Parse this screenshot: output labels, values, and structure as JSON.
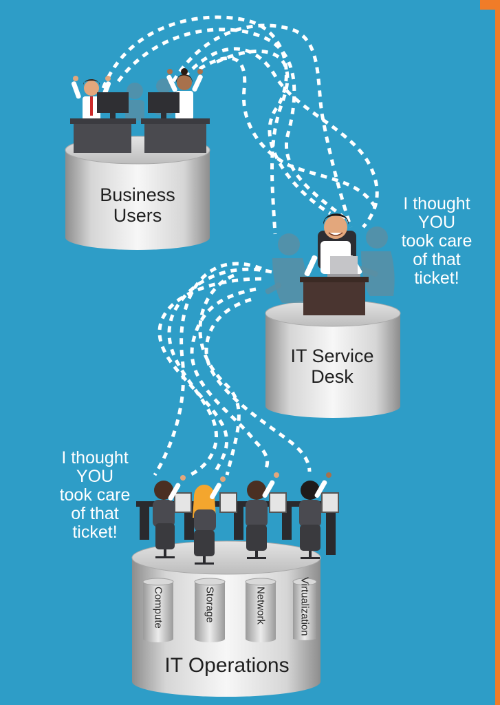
{
  "colors": {
    "background": "#2E9DC7",
    "accent": "#F07C28",
    "cylinder": "#D0D0D0"
  },
  "tiers": {
    "business": {
      "line1": "Business",
      "line2": "Users"
    },
    "service_desk": {
      "line1": "IT Service",
      "line2": "Desk"
    },
    "operations": {
      "label": "IT Operations"
    }
  },
  "silos": [
    "Compute",
    "Storage",
    "Network",
    "Virtualization"
  ],
  "quotes": {
    "service_desk": [
      "I thought",
      "YOU",
      "took care",
      "of that",
      "ticket!"
    ],
    "operations": [
      "I thought",
      "YOU",
      "took care",
      "of that",
      "ticket!"
    ]
  }
}
